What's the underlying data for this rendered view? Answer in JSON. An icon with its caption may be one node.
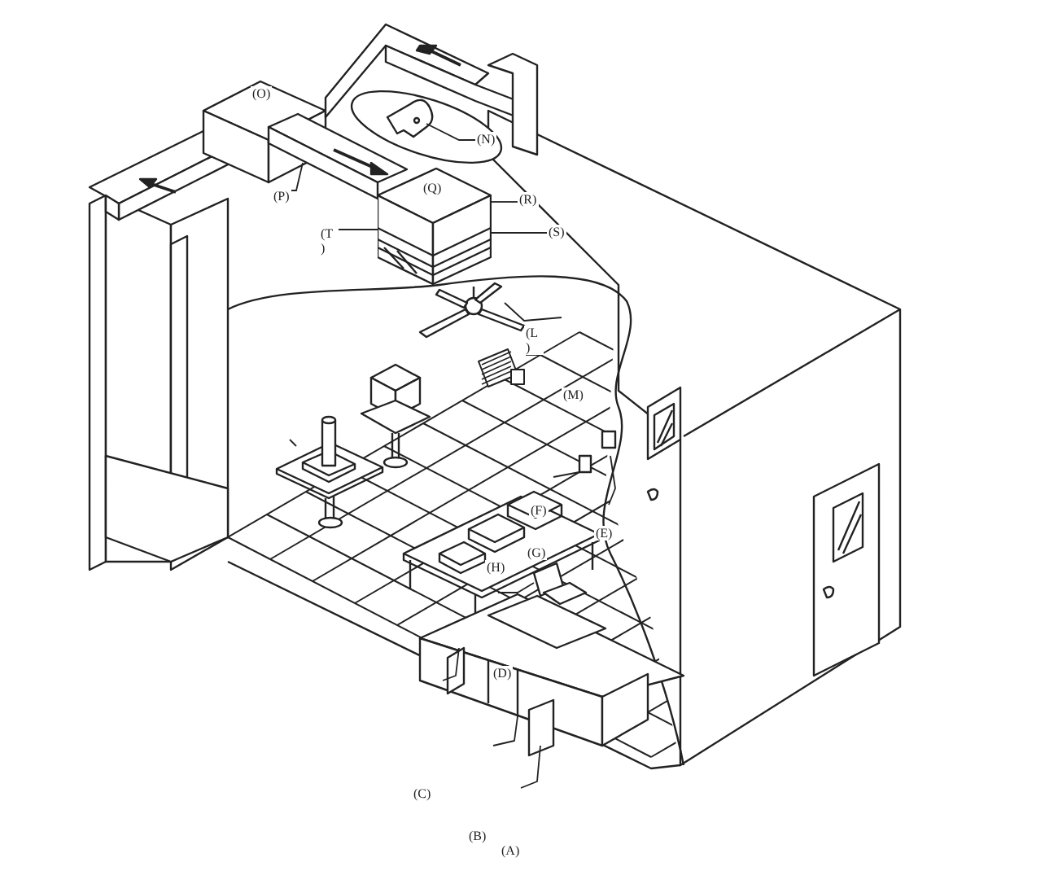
{
  "diagram": {
    "nodes": [
      {
        "text": [
          "(N)"
        ]
      },
      {
        "text": [
          "(P)"
        ]
      },
      {
        "text": [
          "(R)"
        ]
      },
      {
        "text": [
          "(S)"
        ]
      },
      {
        "text": [
          "(T )"
        ]
      },
      {
        "text": [
          "(L )"
        ]
      },
      {
        "text": [
          "(Q)"
        ]
      },
      {
        "text": [],
        "shape": "picture"
      }
    ],
    "edges": [
      {
        "from": 0,
        "to": null,
        "arrow": "none"
      },
      {
        "from": 1,
        "to": null,
        "arrow": "none"
      },
      {
        "from": 2,
        "to": 6,
        "arrow": "none"
      },
      {
        "from": 3,
        "to": 6,
        "arrow": "none"
      },
      {
        "from": 4,
        "to": 6,
        "arrow": "none"
      },
      {
        "from": 5,
        "to": 7,
        "arrow": "none"
      }
    ],
    "labels": [
      "(O)",
      "(M)",
      "(F)",
      "(E)",
      "(G)",
      "(H)",
      "(D)",
      "(C)",
      "(B)",
      "(A)"
    ]
  }
}
